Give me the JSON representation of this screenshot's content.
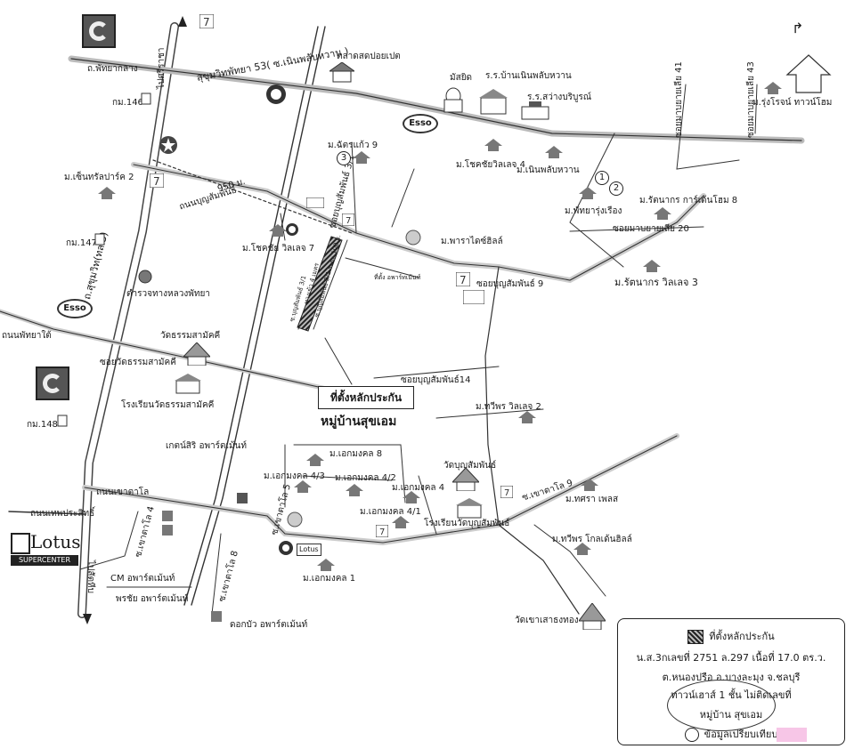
{
  "roads": {
    "sukhumvit_pattaya_53": "สุขุมวิทพัทยา 53( ซ.เนินพลับหวาน )",
    "pattaya_klang": "ถ.พัทยากลาง",
    "sukhumvit": "ถ.สุขุมวิท(ทล.3)",
    "pattaya_tai": "ถนนพัทยาใต้",
    "boon_samphan": "ถนนบุญสัมพันธ์",
    "soi_boon_samphan_3": "ซอยบุญสัมพันธ์ 3/1",
    "soi_boon_samphan_9": "ซอยบุญสัมพันธ์ 9",
    "soi_boon_samphan_14": "ซอยบุญสัมพันธ์14",
    "soi_wat_dhamma": "ซอยวัดธรรมสามัคคี",
    "khao_talo_road": "ถนนเขาตาโล",
    "thepprasit_road": "ถนนเทพประสิทธิ์",
    "khao_talo_4": "ซ.เขาตาโล 4",
    "khao_talo_5": "ซ.เขาตาโล 5",
    "khao_talo_8": "ซ.เขาตาโล 8",
    "khao_talo_9": "ซ.เขาตาโล 9",
    "soi_maprao_41": "ซอยมาบยายเลีย 41",
    "soi_maprao_43": "ซอยมาบยายเลีย 43",
    "soi_maprao_20": "ซอยมาบยายเลีย 20",
    "to_sriracha": "ไปศรีราชา",
    "to_sattahip": "ไปสัตหีบ",
    "distance_950": "950 ม.",
    "plot_road_a": "ซ.บุญสัมพันธ์ 3/1",
    "plot_road_b": "ทางเข้า 4 เมตร",
    "plot_road_c": "ซ.บุญสัมพันธ์ 3/1 ระยะ 100 ม.",
    "plot_note": "ที่ตั้ง อพาร์ทเม้นท์"
  },
  "places": {
    "market": "ตลาดสดปอยเปต",
    "mosque": "มัสยิด",
    "school_noen": "ร.ร.บ้านเนินพลับหวาน",
    "school_sawang": "ร.ร.สว่างบริบูรณ์",
    "chokchai_4": "ม.โชคชัยวิลเลจ 4",
    "noen_phlap_wan": "ม.เนินพลับหวาน",
    "chat_kaew_9": "ม.ฉัตรแก้ว 9",
    "chokchai_7": "ม.โชคชัย วิลเลจ 7",
    "pattaya_rung": "ม.พัทยารุ่งเรือง",
    "rattanakorn_garden_8": "ม.รัตนากร การ์เด้นโฮม 8",
    "rattanakorn_3": "ม.รัตนากร วิลเลจ 3",
    "pattaya_hill": "ม.พาราไดซ์ฮิลล์",
    "rung_rot_townhome": "ม.รุ่งโรจน์ ทาวน์โฮม",
    "centara_park_2": "ม.เซ็นทรัลปาร์ค 2",
    "police": "ตำรวจทางหลวงพัทยา",
    "wat_dhamma": "วัดธรรมสามัคคี",
    "school_wat_dhamma": "โรงเรียนวัดธรรมสามัคคี",
    "thawiporn_2": "ม.ทวีพร วิลเลจ 2",
    "kettasiri_apt": "เกตน์สิริ อพาร์ตเม้นท์",
    "ekmongkol_8": "ม.เอกมงคล 8",
    "ekmongkol_43": "ม.เอกมงคล 4/3",
    "ekmongkol_42": "ม.เอกมงคล 4/2",
    "ekmongkol_4": "ม.เอกมงคล 4",
    "ekmongkol_41": "ม.เอกมงคล 4/1",
    "ekmongkol_1": "ม.เอกมงคล 1",
    "wat_boon_samphan": "วัดบุญสัมพันธ์",
    "school_boon_samphan": "โรงเรียนวัดบุญสัมพันธ์",
    "thara_place": "ม.ทศรา เพลส",
    "thawiporn_golden": "ม.ทวีพร โกลเด้นฮิลล์",
    "wat_khao_sao": "วัดเขาเสาธงทอง",
    "cm_apt": "CM อพาร์ตเม้นท์",
    "pornchai_apt": "พรชัย อพาร์ตเม้นท์",
    "dokbua_apt": "ดอกบัว อพาร์ตเม้นท์",
    "km146": "กม.146",
    "km147": "กม.147",
    "km148": "กม.148"
  },
  "badges": {
    "num1": "1",
    "num2": "2",
    "num3": "3",
    "esso": "Esso",
    "lotus_word": "Lotus",
    "lotus_sub": "SUPERCENTER",
    "lotus_small": "Lotus"
  },
  "target": {
    "box": "ที่ตั้งหลักประกัน",
    "village": "หมู่บ้านสุขเอม"
  },
  "legend": {
    "hatch_label": "ที่ตั้งหลักประกัน",
    "line1": "น.ส.3กเลขที่ 2751 ล.297 เนื้อที่ 17.0 ตร.ว.",
    "line2": "ต.หนองปรือ อ.บางละมุง จ.ชลบุรี",
    "line3": "ทาวน์เฮาส์ 1 ชั้น ไม่ติดเลขที่",
    "line4": "หมู่บ้าน สุขเอม",
    "circle_label": "ข้อมูลเปรียบเทียบ"
  },
  "north_symbol": "↱"
}
